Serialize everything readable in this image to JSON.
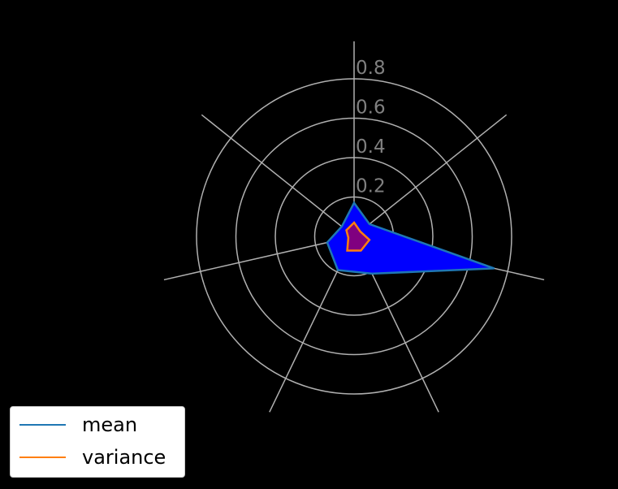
{
  "chart_data": {
    "type": "radar",
    "title": "",
    "axes_count": 7,
    "axis_labels": [
      "",
      "",
      "",
      "",
      "",
      "",
      ""
    ],
    "radial_ticks": [
      0.2,
      0.4,
      0.6,
      0.8
    ],
    "radial_tick_labels": [
      "0.2",
      "0.4",
      "0.6",
      "0.8"
    ],
    "rlim": [
      0,
      1.0
    ],
    "grid": true,
    "legend_position": "lower left",
    "series": [
      {
        "name": "mean",
        "color": "#1f77b4",
        "fill": "#0000ff",
        "values": [
          0.17,
          0.1,
          0.73,
          0.21,
          0.19,
          0.14,
          0.08
        ]
      },
      {
        "name": "variance",
        "color": "#ff7f0e",
        "fill": "#800080",
        "values": [
          0.07,
          0.04,
          0.08,
          0.08,
          0.08,
          0.03,
          0.05
        ]
      }
    ]
  },
  "legend": {
    "items": [
      {
        "label": "mean",
        "color": "#1f77b4"
      },
      {
        "label": "variance",
        "color": "#ff7f0e"
      }
    ]
  },
  "style": {
    "background": "#000000",
    "grid_color": "#b0b0b0",
    "tick_label_color": "#808080"
  }
}
